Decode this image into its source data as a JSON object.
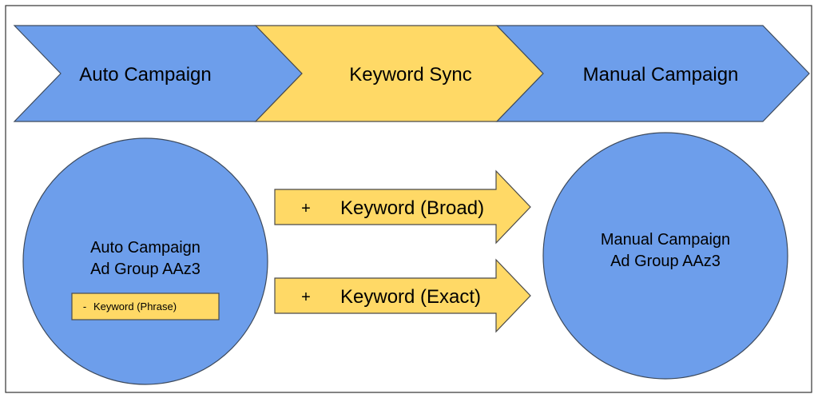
{
  "chevrons": [
    {
      "label": "Auto Campaign",
      "color": "#6d9eeb"
    },
    {
      "label": "Keyword Sync",
      "color": "#ffd966"
    },
    {
      "label": "Manual Campaign",
      "color": "#6d9eeb"
    }
  ],
  "left_circle": {
    "line1": "Auto Campaign",
    "line2": "Ad Group AAz3",
    "color": "#6d9eeb"
  },
  "negative_tag": {
    "sign": "-",
    "label": "Keyword (Phrase)",
    "color": "#ffd966"
  },
  "arrows": [
    {
      "sign": "+",
      "label": "Keyword (Broad)",
      "color": "#ffd966"
    },
    {
      "sign": "+",
      "label": "Keyword (Exact)",
      "color": "#ffd966"
    }
  ],
  "right_circle": {
    "line1": "Manual Campaign",
    "line2": "Ad Group AAz3",
    "color": "#6d9eeb"
  }
}
